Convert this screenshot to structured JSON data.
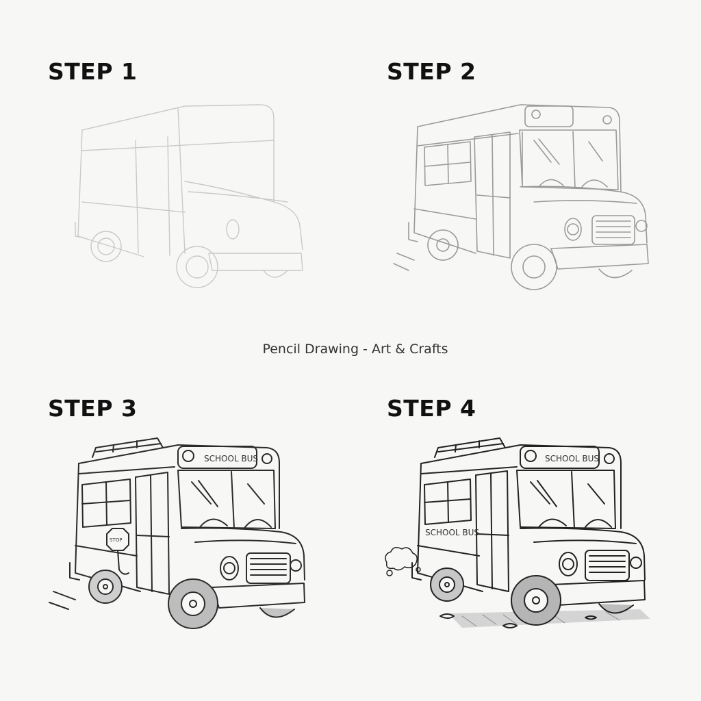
{
  "steps": [
    {
      "title": "STEP 1"
    },
    {
      "title": "STEP 2"
    },
    {
      "title": "STEP 3",
      "sign_text": "STOP",
      "bus_text": "SCHOOL BUS"
    },
    {
      "title": "STEP 4",
      "sign_text": "SCHOOL BUS",
      "side_text": "SCHOOL BUS"
    }
  ],
  "caption": "Pencil Drawing - Art & Crafts"
}
